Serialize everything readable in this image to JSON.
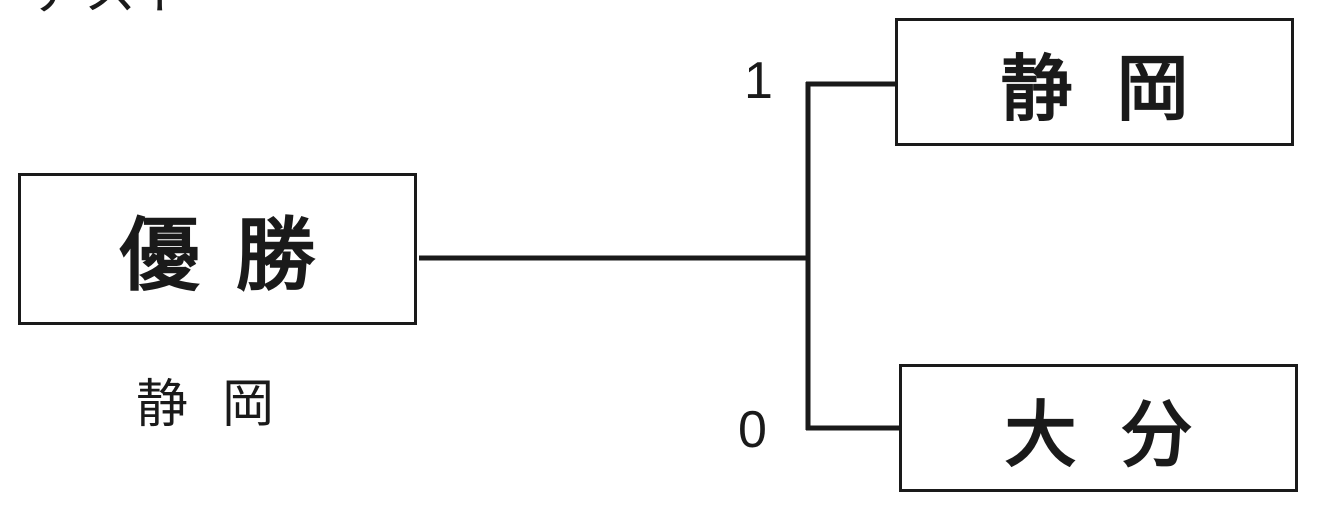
{
  "header": {
    "fragment_text": "テスト"
  },
  "bracket": {
    "champion_label": "優勝",
    "champion_name": "静岡",
    "teams": [
      {
        "name": "静岡",
        "score": "1"
      },
      {
        "name": "大分",
        "score": "0"
      }
    ]
  }
}
